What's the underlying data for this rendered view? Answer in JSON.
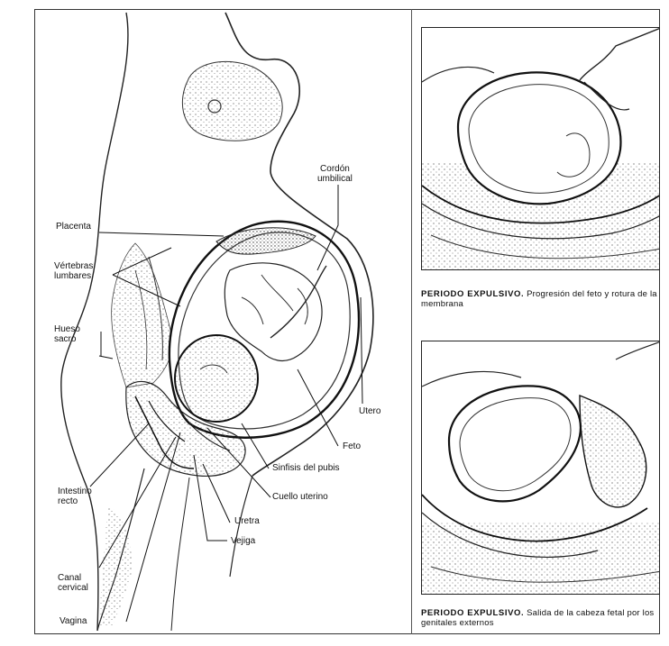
{
  "main_diagram": {
    "labels": {
      "cordon_umbilical": [
        "Cordón",
        "umbilical"
      ],
      "placenta": "Placenta",
      "vertebras_lumbares": [
        "Vértebras",
        "lumbares"
      ],
      "hueso_sacro": [
        "Hueso",
        "sacro"
      ],
      "utero": "Utero",
      "feto": "Feto",
      "sinfisis_del_pubis": "Sinfisis del pubis",
      "cuello_uterino": "Cuello uterino",
      "uretra": "Uretra",
      "vejiga": "Vejiga",
      "intestino_recto": [
        "Intestino",
        "recto"
      ],
      "canal_cervical": [
        "Canal",
        "cervical"
      ],
      "vagina": "Vagina"
    }
  },
  "panels": {
    "top": {
      "caption_title": "PERIODO EXPULSIVO.",
      "caption_text": "Progresión del feto y rotura de la membrana"
    },
    "bottom": {
      "caption_title": "PERIODO EXPULSIVO.",
      "caption_text": "Salida de la cabeza fetal por los genitales externos"
    }
  }
}
